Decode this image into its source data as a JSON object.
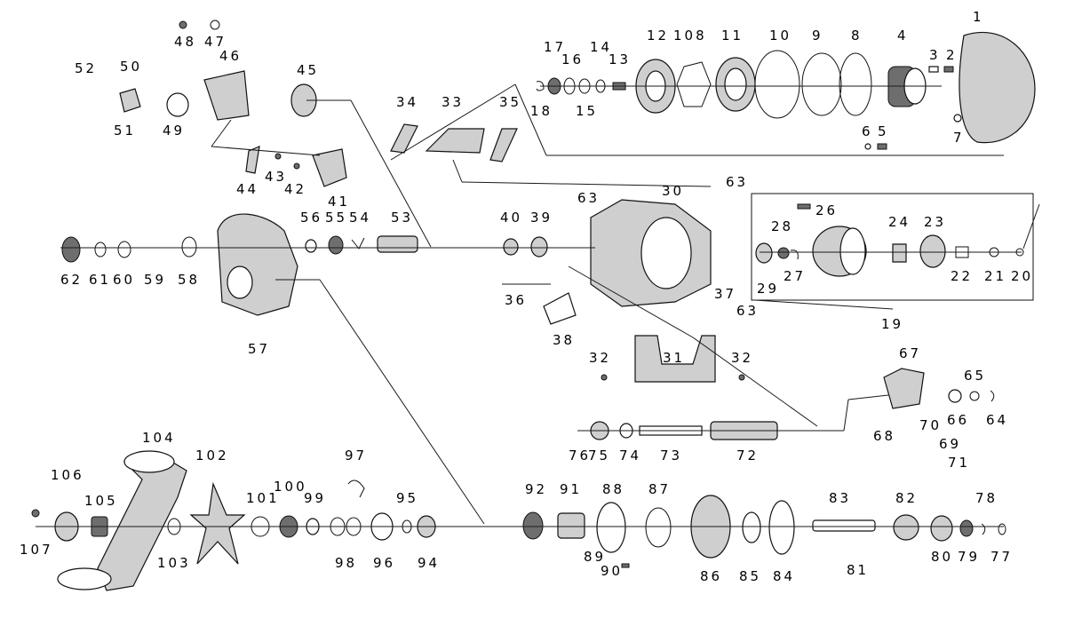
{
  "diagram": {
    "labels": [
      "1",
      "2",
      "3",
      "4",
      "5",
      "6",
      "7",
      "8",
      "9",
      "10",
      "11",
      "12",
      "13",
      "14",
      "15",
      "16",
      "17",
      "18",
      "19",
      "20",
      "21",
      "22",
      "23",
      "24",
      "26",
      "27",
      "28",
      "29",
      "30",
      "31",
      "32",
      "32",
      "33",
      "34",
      "35",
      "36",
      "37",
      "38",
      "39",
      "40",
      "41",
      "42",
      "43",
      "44",
      "45",
      "46",
      "47",
      "48",
      "49",
      "50",
      "51",
      "52",
      "53",
      "54",
      "55",
      "56",
      "57",
      "58",
      "59",
      "60",
      "61",
      "62",
      "63",
      "63",
      "63",
      "64",
      "65",
      "66",
      "67",
      "68",
      "69",
      "70",
      "71",
      "72",
      "73",
      "74",
      "75",
      "76",
      "77",
      "78",
      "79",
      "80",
      "81",
      "82",
      "83",
      "84",
      "85",
      "86",
      "87",
      "88",
      "89",
      "90",
      "91",
      "92",
      "94",
      "95",
      "96",
      "97",
      "98",
      "99",
      "100",
      "101",
      "102",
      "103",
      "104",
      "105",
      "106",
      "107",
      "108"
    ],
    "colors": {
      "line": "#1a1a1a",
      "part_fill": "#ffffff",
      "shade": "#cfcfcf",
      "dark": "#6e6e6e"
    }
  }
}
